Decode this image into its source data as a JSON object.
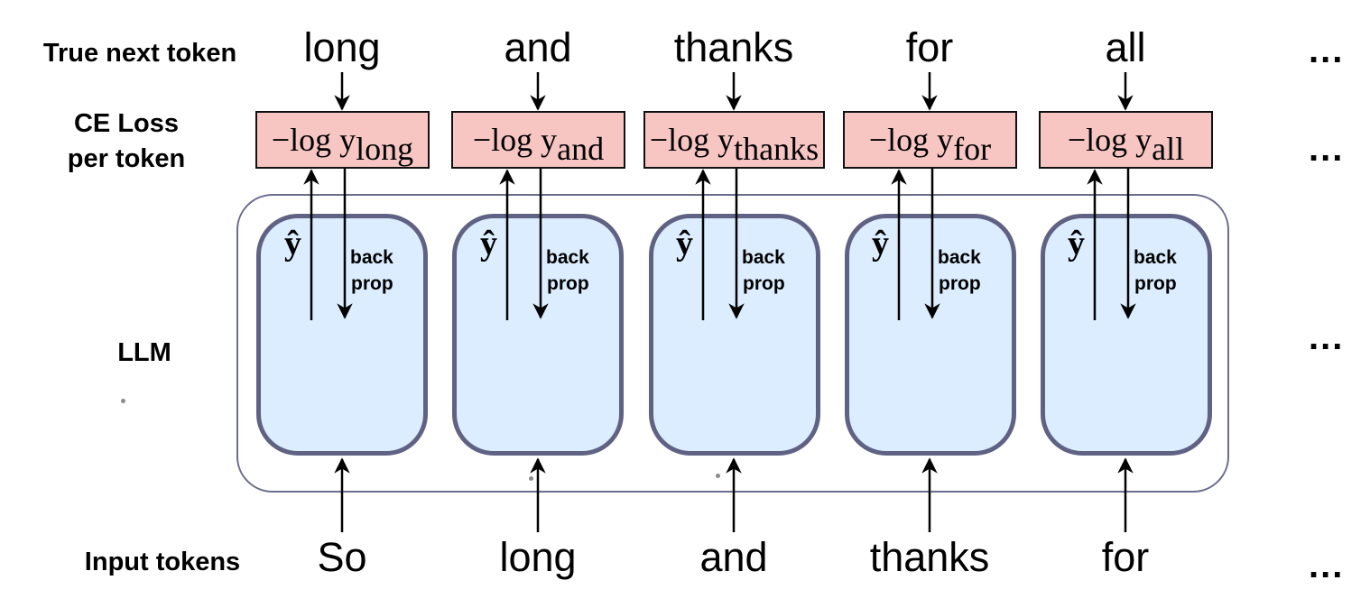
{
  "labels": {
    "true_next_token": "True next token",
    "ce_loss_line1": "CE Loss",
    "ce_loss_line2": "per token",
    "llm": "LLM",
    "input_tokens": "Input tokens"
  },
  "ellipsis": "...",
  "columns": [
    {
      "input": "So",
      "target": "long",
      "loss_prefix": "−log y",
      "loss_sub": "long",
      "yhat": "ŷ",
      "backprop_line1": "back",
      "backprop_line2": "prop"
    },
    {
      "input": "long",
      "target": "and",
      "loss_prefix": "−log y",
      "loss_sub": "and",
      "yhat": "ŷ",
      "backprop_line1": "back",
      "backprop_line2": "prop"
    },
    {
      "input": "and",
      "target": "thanks",
      "loss_prefix": "−log y",
      "loss_sub": "thanks",
      "yhat": "ŷ",
      "backprop_line1": "back",
      "backprop_line2": "prop"
    },
    {
      "input": "thanks",
      "target": "for",
      "loss_prefix": "−log y",
      "loss_sub": "for",
      "yhat": "ŷ",
      "backprop_line1": "back",
      "backprop_line2": "prop"
    },
    {
      "input": "for",
      "target": "all",
      "loss_prefix": "−log y",
      "loss_sub": "all",
      "yhat": "ŷ",
      "backprop_line1": "back",
      "backprop_line2": "prop"
    }
  ],
  "colors": {
    "loss_fill": "#f7c6c3",
    "cell_fill": "#dbedff",
    "cell_border": "#5f6283",
    "outer_border": "#6b6d8e"
  }
}
